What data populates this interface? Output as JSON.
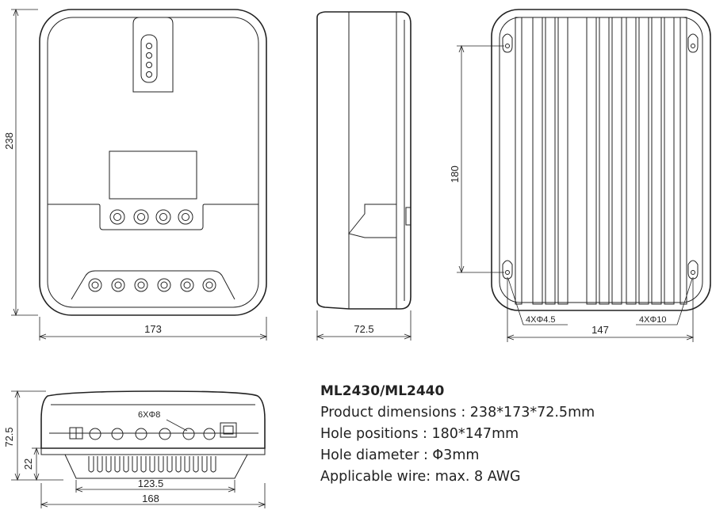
{
  "front_view": {
    "height_label": "238",
    "width_label": "173"
  },
  "side_view": {
    "depth_label": "72.5"
  },
  "back_view": {
    "hole_vertical_label": "180",
    "hole_horizontal_label": "147",
    "small_hole_label": "4XΦ4.5",
    "large_hole_label": "4XΦ10"
  },
  "bottom_view": {
    "height_label": "72.5",
    "base_height_label": "22",
    "inner_width_label": "123.5",
    "outer_width_label": "168",
    "terminal_label": "6XΦ8"
  },
  "specs": {
    "model": "ML2430/ML2440",
    "lines": [
      "Product dimensions : 238*173*72.5mm",
      "Hole positions : 180*147mm",
      "Hole diameter : Φ3mm",
      "Applicable wire: max. 8 AWG"
    ]
  }
}
